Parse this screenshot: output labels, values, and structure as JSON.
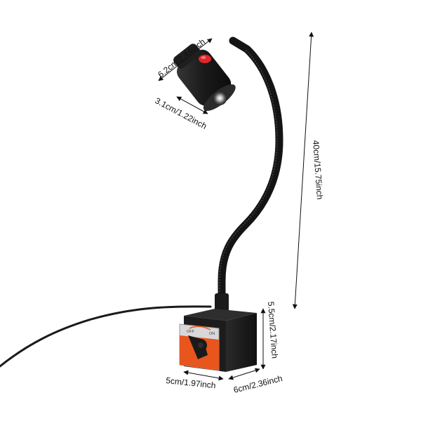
{
  "dimensions": {
    "head_length": "6.2cm/2.44inch",
    "head_diameter": "3.1cm/1.22inch",
    "arm_length": "40cm/15.75inch",
    "base_height": "5.5cm/2.17inch",
    "base_width": "5cm/1.97inch",
    "base_depth": "6cm/2.36inch"
  },
  "switch_labels": {
    "off": "OFF",
    "on": "ON"
  },
  "colors": {
    "lamp_body": "#1a1a1a",
    "gooseneck": "#141414",
    "switch_button": "#e0262b",
    "base_black": "#1c1c1c",
    "base_orange": "#e8561e",
    "base_silver": "#d8d8d8",
    "dimension_line": "#111111"
  }
}
